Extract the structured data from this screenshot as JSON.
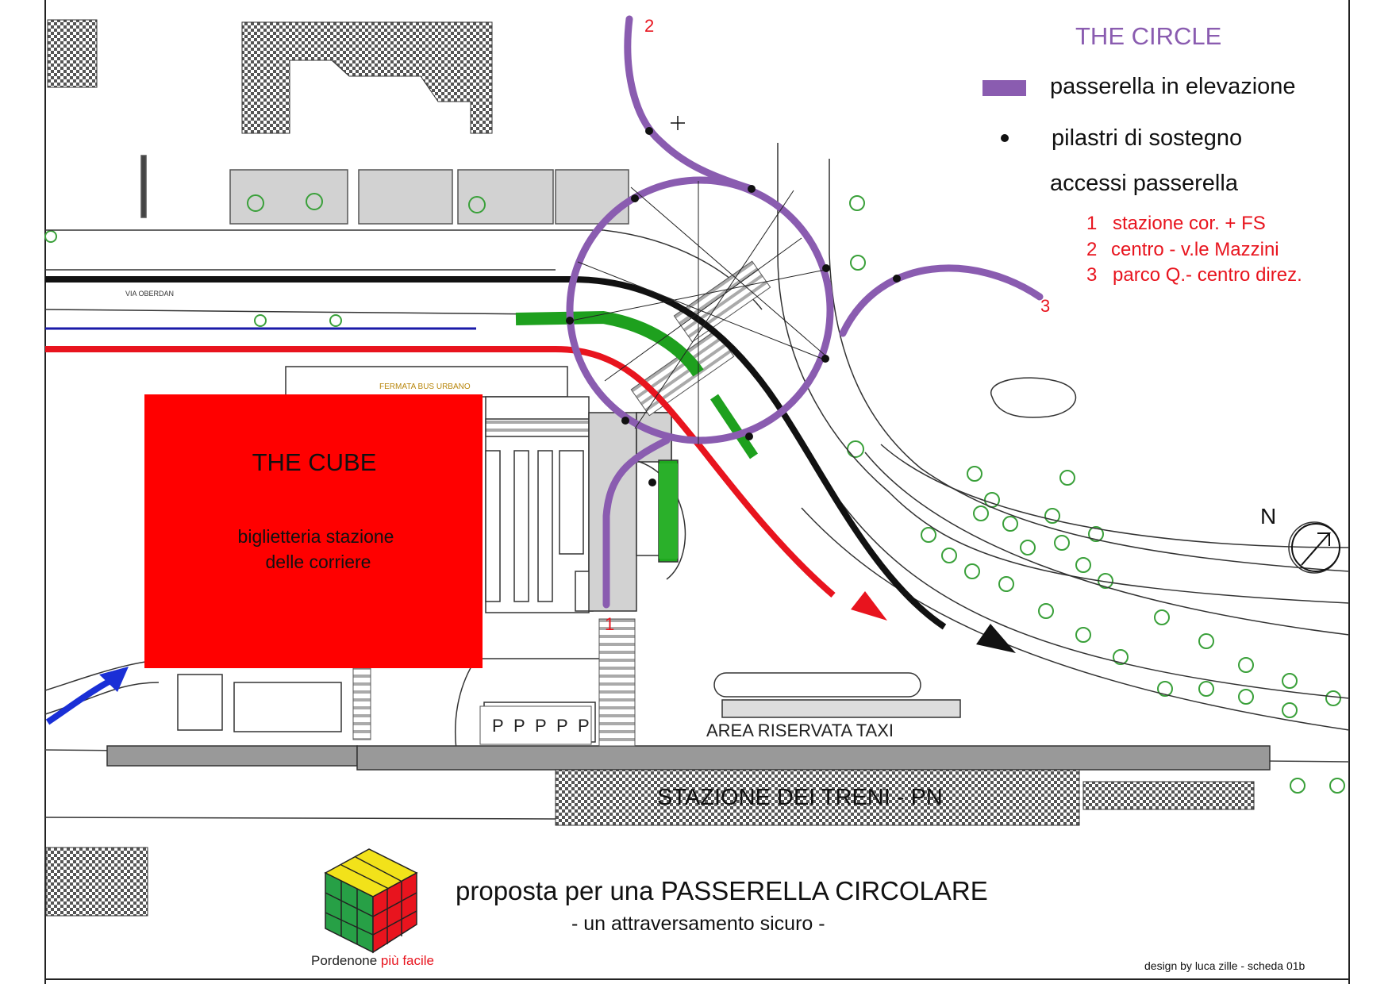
{
  "legend": {
    "title": "THE CIRCLE",
    "walkway_label": "passerella in elevazione",
    "pillars_label": "pilastri di sostegno",
    "access_title": "accessi passerella",
    "access_items": [
      {
        "num": "1",
        "text": "stazione cor. + FS"
      },
      {
        "num": "2",
        "text": "centro - v.le Mazzini"
      },
      {
        "num": "3",
        "text": "parco Q.- centro direz."
      }
    ],
    "colors": {
      "walkway": "#8a5cb0",
      "accent_red": "#e8141e",
      "cube": "#ff0000"
    }
  },
  "map": {
    "cube_title": "THE CUBE",
    "cube_subtitle_line1": "biglietteria stazione",
    "cube_subtitle_line2": "delle corriere",
    "access_markers": [
      "1",
      "2",
      "3"
    ],
    "street_label": "VIA OBERDAN",
    "bus_stop_label": "FERMATA BUS URBANO",
    "taxi_label": "AREA RISERVATA TAXI",
    "station_label": "STAZIONE DEI TRENI - PN",
    "parking_letter": "P",
    "north_letter": "N"
  },
  "footer": {
    "title": "proposta per una PASSERELLA CIRCOLARE",
    "subtitle": "- un attraversamento sicuro -",
    "logo_text_a": "Pordenone ",
    "logo_text_b": "più facile",
    "credit": "design by luca zille - scheda 01b"
  }
}
